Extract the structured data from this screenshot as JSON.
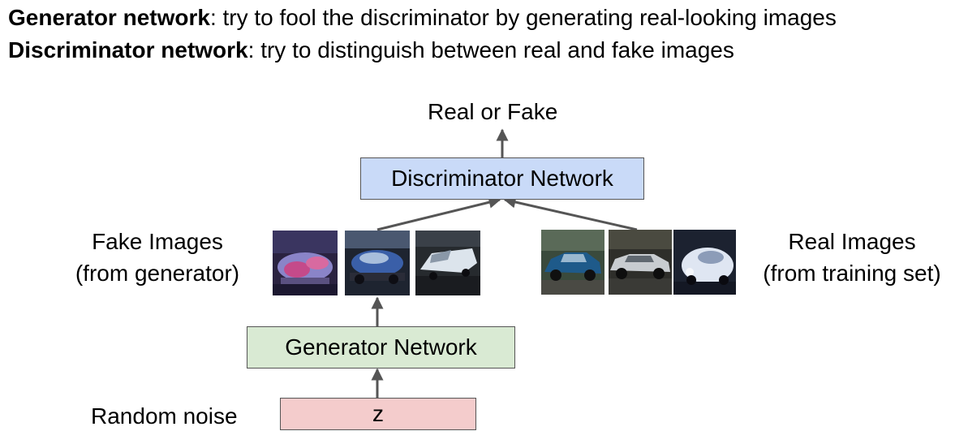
{
  "header": {
    "line1": {
      "bold": "Generator network",
      "rest": ": try to fool the discriminator by generating real-looking images"
    },
    "line2": {
      "bold": "Discriminator network",
      "rest": ": try to distinguish between real and fake images"
    }
  },
  "diagram": {
    "output_label": "Real or Fake",
    "discriminator_label": "Discriminator Network",
    "generator_label": "Generator Network",
    "noise_label": "Random noise",
    "z_label": "z",
    "fake": {
      "line1": "Fake Images",
      "line2": "(from generator)"
    },
    "real": {
      "line1": "Real Images",
      "line2": "(from training set)"
    }
  },
  "colors": {
    "discriminator_fill": "#c9daf8",
    "generator_fill": "#d9ead3",
    "noise_fill": "#f4cccc",
    "arrow": "#555555"
  }
}
